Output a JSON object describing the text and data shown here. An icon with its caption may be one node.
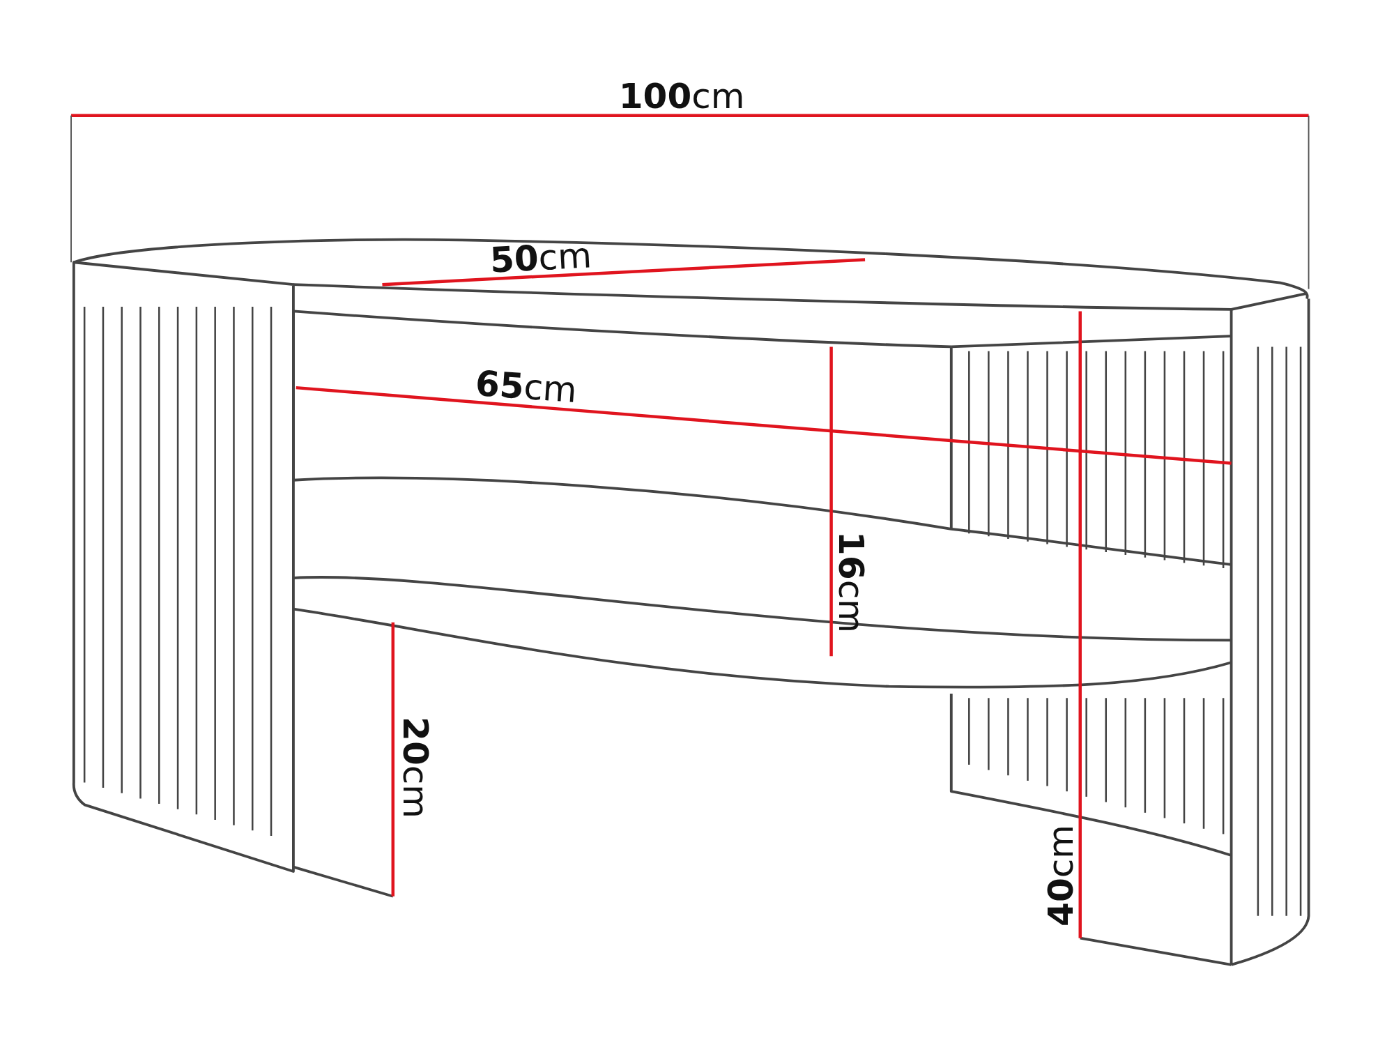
{
  "diagram": {
    "labels": [
      "**100**cm",
      "**50**cm",
      "**65**cm",
      "**16**cm",
      "**20**cm",
      "**40**cm"
    ]
  }
}
